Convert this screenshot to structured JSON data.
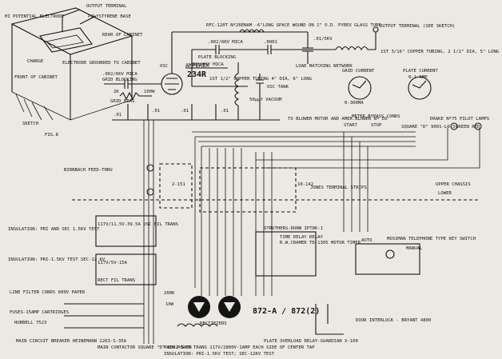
{
  "labels": {
    "output_terminal_top": "OUTPUT TERMINAL",
    "polystyrene_base": "POLYSTYRENE BASE",
    "hi_potential_electrode": "HI POTENTIAL ELECTRODE",
    "rear_of_cabinet": "REAR OF CABINET",
    "charge": "CHARGE",
    "electrode_grounded": "ELECTRODE GROUNDED TO CABINET",
    "front_of_cabinet": "FRONT OF CABINET",
    "sketch": "SKETCH",
    "fig8": "FIG.8",
    "rfc": "RFC-120T Nº26ENAM -6\"LONG SPACE WOUND ON 1\" O.D. PYREX GLASS TUBE",
    "output_terminal_see": "OUTPUT TERMINAL (SEE SKETCH)",
    "tubing": "1ST 3/16\" COPPER TUBING, 2 1/2\" DIA, 5\" LONG",
    "cap_01_5kv": ".01/5KV",
    "cap_002_6kv_top": ".002/6KV MICA",
    "cap_0001": ".0001",
    "plate_blocking": "PLATE BLOCKING",
    "osc": "OSC",
    "amperex": "AMPEREX",
    "tube_234r": "234R",
    "cap_002_6kv_bot": ".002/6KV MICA",
    "grid_blocking": "GRID BLOCKING",
    "cap_002_6kv_left": ".002/6KV MICA",
    "res_2k": "2K",
    "res_100w": "100W",
    "grid_bias": "GRID BIAS",
    "cap_01_a": ".01",
    "cap_01_b": ".01",
    "cap_01_c": ".01",
    "cap_01_d": ".01",
    "coil_1": "1ST 1/2\" COPPER TUBING 4\" DIA, 6\" LONG",
    "vacuum_cap": "50µµf VACUUM",
    "osc_tank": "OSC TANK",
    "load_matching": "LOAD MATCHING NETWORK",
    "grid_current": "GRID CURRENT",
    "grid_range": "0-300MA",
    "plate_current": "PLATE CURRENT",
    "plate_range": "0-1 AMP",
    "meter_bypass": "METER BYPASS CONDS",
    "start": "START",
    "stop": "STOP",
    "blower": "TO BLOWER MOTOR AND AMER.BLOWER Nº DO",
    "square_d": "SQUARE \"D\" 9001-L0-3",
    "drake": "DRAKE Nº75 PILOT LAMPS",
    "green_red": "GREEN  RED",
    "birnbach": "BIRNBACH FEED-THRU",
    "term_2151": "2-151",
    "term_10142": "10-142",
    "jones": "JONES TERMINAL STRIPS",
    "upper_chassis": "UPPER CHASSIS",
    "lower": "LOWER",
    "insul_1": "INSULATION: PRI AND SEC 1.5KV TEST",
    "osc_fil": "117V/11.5V-39.5A OSC FIL TRANS",
    "insul_2": "INSULATION: PRI-1.5KV TEST SEC-12 KV",
    "rect_fil_spec": "117V/5V-15A",
    "rect_fil": "RECT FIL TRANS",
    "struthers": "STRUTHERS-DUNN IPT8K-1",
    "time_delay": "TIME DELAY RELAY",
    "cramer": "R.W.CRAMER TD-1305 MOTOR TIMER",
    "auto": "AUTO",
    "mossman": "MOSSMAN TELEPHONE TYPE KEY SWITCH",
    "manual": "MANUAL",
    "line_filter": "LINE FILTER CONDS 600V PAPER",
    "fuses": "FUSES-15AMP CARTRIDGES",
    "hubbell": "HUBBELL 7523",
    "res_200k": "200K",
    "res_10w": "10W",
    "rect_tubes": "872-A / 872(2)",
    "rectifiers": "RECTIFIERS",
    "door_interlock": "DOOR INTERLOCK - BRYANT 4800",
    "overload": "PLATE OVERLOAD RELAY-GUARDIAN X-100",
    "main_breaker": "MAIN CIRCUIT BREAKER HEINEMANN 2263-S-35A",
    "main_contactor": "MAIN CONTACTOR SQUARE \"D\" 8502-S-09",
    "main_power": "MAIN POWER TRANS 117V/2800V-1AMP EACH SIDE OF CENTER TAP",
    "insul_3": "INSULATION: PRI-1.5KV TEST; SEC-12KV TEST"
  }
}
